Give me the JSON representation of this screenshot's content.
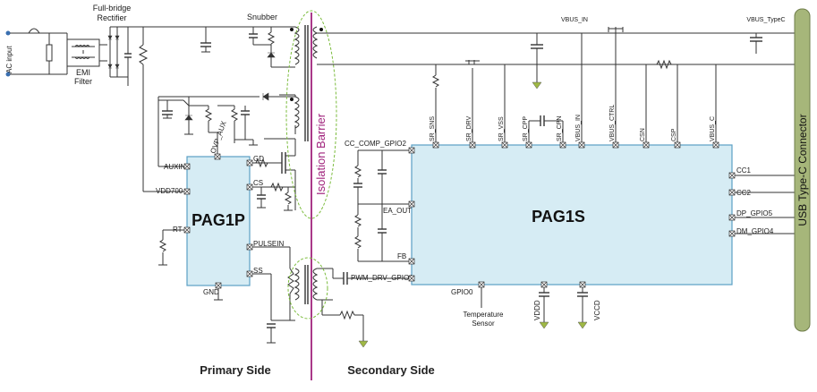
{
  "labels": {
    "ac_input": "AC input",
    "rectifier_line1": "Full-bridge",
    "rectifier_line2": "Rectifier",
    "emi_line1": "EMI",
    "emi_line2": "Filter",
    "snubber": "Snubber",
    "isolation_barrier": "Isolation Barrier",
    "vbus_in": "VBUS_IN",
    "vbus_typec": "VBUS_TypeC",
    "usb_connector": "USB Type-C Connector",
    "temperature_line1": "Temperature",
    "temperature_line2": "Sensor",
    "primary_side": "Primary Side",
    "secondary_side": "Secondary Side"
  },
  "pag1p": {
    "name": "PAG1P",
    "pins": {
      "auxin": "AUXIN",
      "vdd700": "VDD700",
      "rt": "RT",
      "ovp_aux": "OVP_AUX",
      "gd": "GD",
      "cs": "CS",
      "pulsein": "PULSEIN",
      "ss": "SS",
      "gnd": "GND"
    }
  },
  "pag1s": {
    "name": "PAG1S",
    "top_pins": [
      "SR_SNS",
      "SR_DRV",
      "SR_VSS",
      "SR_CPP",
      "SR_CPN",
      "VBUS_IN",
      "VBUS_CTRL",
      "CSN",
      "CSP",
      "VBUS_C"
    ],
    "left_pins": {
      "cc_comp": "CC_COMP_GPIO2",
      "ea_out": "EA_OUT",
      "fb": "FB",
      "pwm": "PWM_DRV_GPIO1"
    },
    "right_pins": [
      "CC1",
      "CC2",
      "DP_GPIO5",
      "DM_GPIO4"
    ],
    "bottom_pins": {
      "gpio0": "GPIO0",
      "vddd": "VDDD",
      "vccd": "VCCD"
    }
  },
  "colors": {
    "chip_fill": "#d6ecf4",
    "chip_stroke": "#5b9fc4",
    "barrier": "#a0237c",
    "ground": "#9fb845",
    "connector": "#a6b67a",
    "ellipse": "#7cbc3e"
  }
}
